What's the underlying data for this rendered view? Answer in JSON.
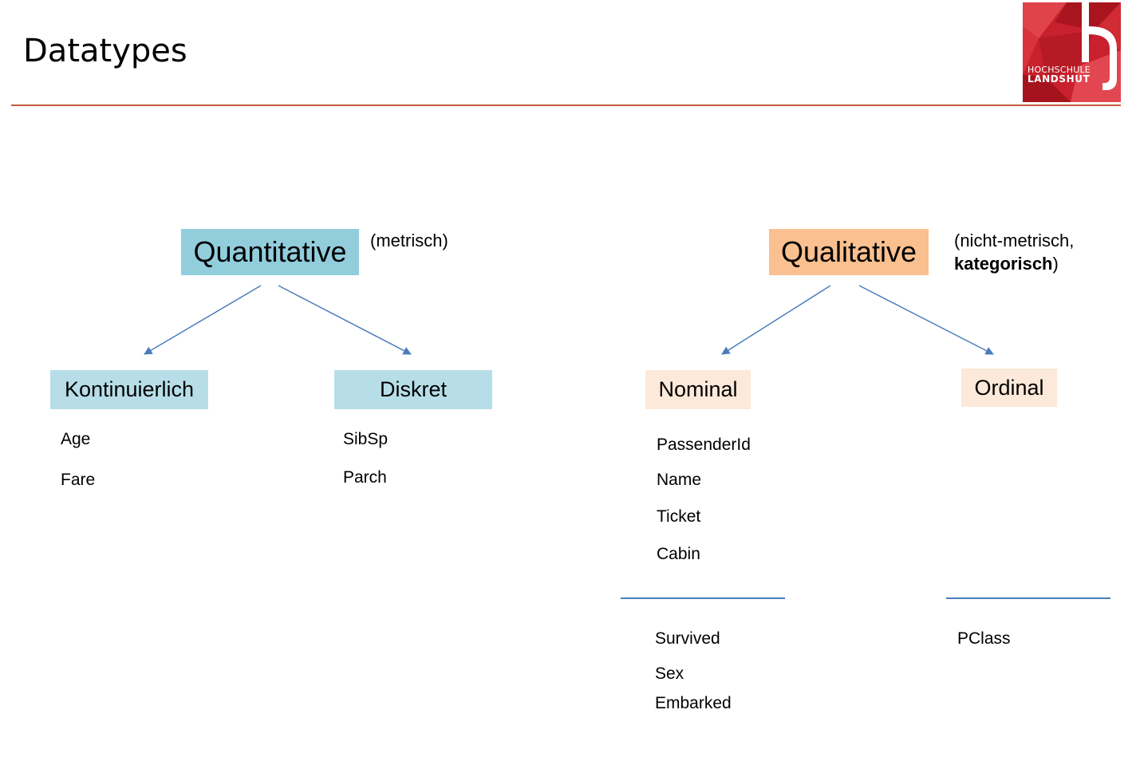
{
  "title": "Datatypes",
  "logo": {
    "line1": "HOCHSCHULE",
    "line2": "LANDSHUT",
    "letter": "h"
  },
  "colors": {
    "accent_rule": "#c55a3a",
    "arrow": "#4a7ebb",
    "quantitative_fill": "#92cddc",
    "quantitative_child_fill": "#b7dee8",
    "qualitative_fill": "#fac090",
    "qualitative_child_fill": "#fde9d9",
    "logo_red": "#c8202d"
  },
  "quantitative": {
    "label": "Quantitative",
    "note": "(metrisch)",
    "children": [
      {
        "label": "Kontinuierlich",
        "items": [
          "Age",
          "Fare"
        ]
      },
      {
        "label": "Diskret",
        "items": [
          "SibSp",
          "Parch"
        ]
      }
    ]
  },
  "qualitative": {
    "label": "Qualitative",
    "note_line1": "(nicht-metrisch,",
    "note_bold": "kategorisch",
    "note_after": ")",
    "children": [
      {
        "label": "Nominal",
        "items": [
          "PassenderId",
          "Name",
          "Ticket",
          "Cabin"
        ],
        "items_below": [
          "Survived",
          "Sex",
          "Embarked"
        ]
      },
      {
        "label": "Ordinal",
        "items_below": [
          "PClass"
        ]
      }
    ]
  }
}
